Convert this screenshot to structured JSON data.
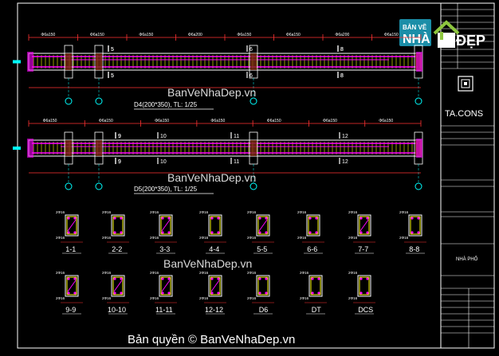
{
  "colors": {
    "background": "#000000",
    "line": "#ffffff",
    "rebar_longitudinal": "#ff00ff",
    "stirrup": "#ffff00",
    "dimension": "#ff3333",
    "support": "#00ffff",
    "frame": "#ffffff",
    "watermark": "#ffffff"
  },
  "beam_d4": {
    "title": "D4(200*350), TL: 1/25",
    "section_marks": [
      "5",
      "5",
      "6",
      "8",
      "8"
    ],
    "top_labels": [
      "Φ6a150",
      "Φ6a150",
      "Φ6a150",
      "Φ6a200",
      "Φ6a150",
      "Φ6a150",
      "Φ6a200",
      "Φ6a150"
    ]
  },
  "beam_d5": {
    "title": "D5(200*350), TL: 1/25",
    "section_marks": [
      "9",
      "10",
      "11",
      "12",
      "9"
    ],
    "top_labels": [
      "Φ6a150",
      "Φ6a150",
      "Φ6a150",
      "Φ6a150",
      "Φ6a150",
      "Φ6a150",
      "Φ6a150"
    ]
  },
  "sections_row1": [
    "1-1",
    "2-2",
    "3-3",
    "4-4",
    "5-5",
    "6-6",
    "7-7",
    "8-8"
  ],
  "sections_row2": [
    "9-9",
    "10-10",
    "11-11",
    "12-12",
    "D6",
    "DT",
    "DCS"
  ],
  "title_block": {
    "company": "TA.CONS",
    "project": "NHÀ PHỐ"
  },
  "logo": {
    "line1": "BẢN VẼ",
    "line2": "NHÀ",
    "line3": "ĐẸP"
  },
  "watermark": {
    "center_d4": "BanVeNhaDep.vn",
    "center_d5": "BanVeNhaDep.vn",
    "sections": "BanVeNhaDep.vn",
    "footer": "Bản quyền © BanVeNhaDep.vn"
  }
}
